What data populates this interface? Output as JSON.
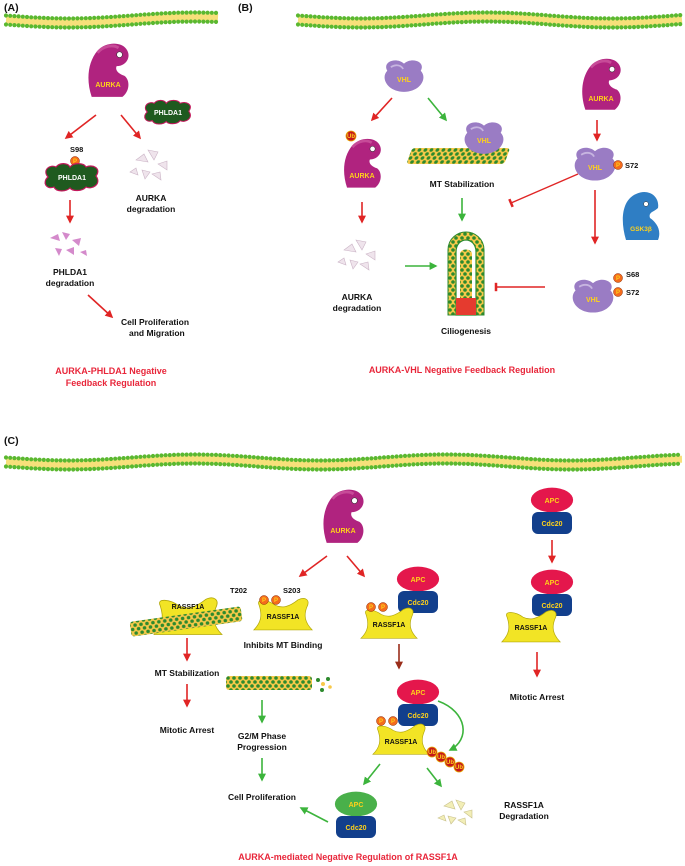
{
  "panel_labels": {
    "a": "(A)",
    "b": "(B)",
    "c": "(C)"
  },
  "colors": {
    "membrane_bead": "#5bb82f",
    "membrane_core": "#f7e07a",
    "aurka": "#b0237f",
    "phlda1": "#1f5a1f",
    "vhl": "#9a7cc4",
    "gsk3b": "#2f7ec4",
    "rassf1a": "#f2e425",
    "apc_red": "#e4174c",
    "apc_green": "#49b04a",
    "cdc20": "#123f8c",
    "phospho": "#f46b1c",
    "ub": "#c4171c",
    "inhibit_arrow": "#e02525",
    "activate_arrow": "#3cb43c",
    "caption": "#e8263a"
  },
  "panel_a": {
    "aurka": "AURKA",
    "phlda1_free": "PHLDA1",
    "phlda1_bound": "PHLDA1",
    "site": "S98",
    "p_mark": "P",
    "aurka_deg_1": "AURKA",
    "aurka_deg_2": "degradation",
    "phlda1_deg_1": "PHLDA1",
    "phlda1_deg_2": "degradation",
    "outcome_1": "Cell Proliferation",
    "outcome_2": "and Migration",
    "caption_1": "AURKA-PHLDA1 Negative",
    "caption_2": "Feedback Regulation"
  },
  "panel_b": {
    "vhl_top": "VHL",
    "vhl_mt": "VHL",
    "ub": "Ub",
    "aurka_left": "AURKA",
    "mt_stab": "MT Stabilization",
    "aurka_deg_1": "AURKA",
    "aurka_deg_2": "degradation",
    "ciliogenesis": "Ciliogenesis",
    "aurka_right": "AURKA",
    "vhl_s72": "VHL",
    "site_s72": "S72",
    "gsk": "GSK3β",
    "vhl_double": "VHL",
    "site_s68": "S68",
    "site_s72b": "S72",
    "p_mark": "P",
    "caption": "AURKA-VHL Negative Feedback Regulation"
  },
  "panel_c": {
    "rassf_mt": "RASSF1A",
    "mt_stab": "MT Stabilization",
    "mitotic_left": "Mitotic Arrest",
    "aurka": "AURKA",
    "site_t202": "T202",
    "site_s203": "S203",
    "rassf_p": "RASSF1A",
    "inhibits": "Inhibits MT Binding",
    "g2m_1": "G2/M Phase",
    "g2m_2": "Progression",
    "cell_prolif": "Cell Proliferation",
    "apc": "APC",
    "cdc20": "Cdc20",
    "rassf_apc": "RASSF1A",
    "ub": "Ub",
    "rassf_deg_1": "RASSF1A",
    "rassf_deg_2": "Degradation",
    "mitotic_right": "Mitotic Arrest",
    "p_mark": "P",
    "caption": "AURKA-mediated Negative Regulation of RASSF1A"
  }
}
